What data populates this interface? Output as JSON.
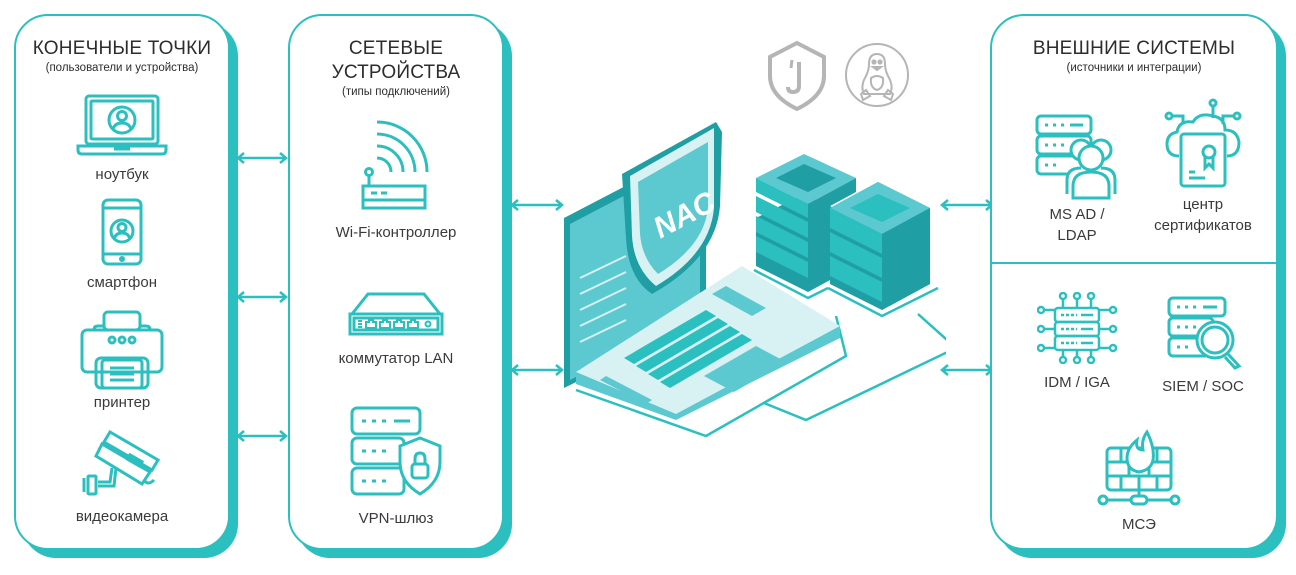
{
  "colors": {
    "accent": "#2bbfbf",
    "accent_dark": "#1f9ea3",
    "accent_light": "#d8f1f2",
    "gray_logo": "#b5b5b5",
    "text": "#333333"
  },
  "endpoints": {
    "title": "КОНЕЧНЫЕ ТОЧКИ",
    "subtitle": "(пользователи и устройства)",
    "items": [
      {
        "icon": "laptop-user-icon",
        "label": "ноутбук"
      },
      {
        "icon": "smartphone-user-icon",
        "label": "смартфон"
      },
      {
        "icon": "printer-icon",
        "label": "принтер"
      },
      {
        "icon": "cctv-camera-icon",
        "label": "видеокамера"
      }
    ]
  },
  "network": {
    "title_line1": "СЕТЕВЫЕ",
    "title_line2": "УСТРОЙСТВА",
    "subtitle": "(типы подключений)",
    "items": [
      {
        "icon": "wifi-router-icon",
        "label": "Wi-Fi-контроллер"
      },
      {
        "icon": "network-switch-icon",
        "label": "коммутатор LAN"
      },
      {
        "icon": "vpn-server-shield-icon",
        "label": "VPN-шлюз"
      }
    ]
  },
  "center": {
    "shield_text": "NAC",
    "logos": [
      "jatoba-shield-logo",
      "linux-tux-logo"
    ]
  },
  "external": {
    "title": "ВНЕШНИЕ СИСТЕМЫ",
    "subtitle": "(источники и интеграции)",
    "items": [
      {
        "icon": "directory-users-icon",
        "label_line1": "MS AD /",
        "label_line2": "LDAP"
      },
      {
        "icon": "cloud-certificate-icon",
        "label_line1": "центр",
        "label_line2": "сертификатов"
      },
      {
        "icon": "idm-chip-icon",
        "label": "IDM / IGA"
      },
      {
        "icon": "siem-search-icon",
        "label": "SIEM / SOC"
      },
      {
        "icon": "firewall-icon",
        "label": "МСЭ"
      }
    ]
  }
}
